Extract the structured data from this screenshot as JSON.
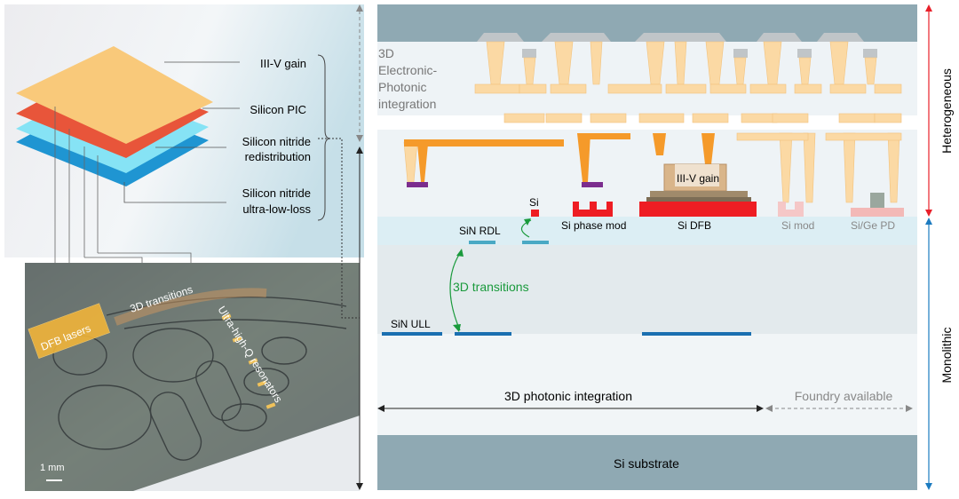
{
  "left": {
    "layers": [
      {
        "label": "III-V gain",
        "color": "#f9c97a"
      },
      {
        "label": "Silicon PIC",
        "color": "#e8553a"
      },
      {
        "label": "Silicon nitride redistribution",
        "line1": "Silicon nitride",
        "line2": "redistribution",
        "color": "#86e3f5"
      },
      {
        "label": "Silicon nitride ultra-low-loss",
        "line1": "Silicon nitride",
        "line2": "ultra-low-loss",
        "color": "#1f95d2"
      }
    ],
    "photo": {
      "dfb_label": "DFB lasers",
      "transitions_label": "3D transitions",
      "resonators_label": "Ultra-high-Q resonators",
      "scale_label": "1 mm"
    }
  },
  "right": {
    "electronic_label_lines": [
      "3D",
      "Electronic-",
      "Photonic",
      "integration"
    ],
    "heterogeneous_label": "Heterogeneous",
    "monolithic_label": "Monolithic",
    "components": {
      "si": "Si",
      "sin_rdl": "SiN RDL",
      "si_phase_mod": "Si phase mod",
      "iiiv_gain": "III-V gain",
      "si_dfb": "Si DFB",
      "si_mod": "Si mod",
      "si_ge_pd": "Si/Ge PD",
      "transitions": "3D transitions",
      "sin_ull": "SiN ULL"
    },
    "photonic_integration_label": "3D photonic integration",
    "foundry_label": "Foundry available",
    "substrate_label": "Si substrate"
  },
  "colors": {
    "metal": "#fbd9a4",
    "metal_stroke": "#f2c27d",
    "orange_metal": "#f59a2a",
    "purple_pad": "#7b2d8e",
    "si_red": "#ee1d23",
    "sin_rdl_blue": "#4aa9c4",
    "sin_ull_blue": "#1a6fb0",
    "transition_green": "#1a9a3c",
    "hetero_red": "#e8202a",
    "mono_blue": "#1c7bc0",
    "substrate": "#8fa9b3"
  }
}
